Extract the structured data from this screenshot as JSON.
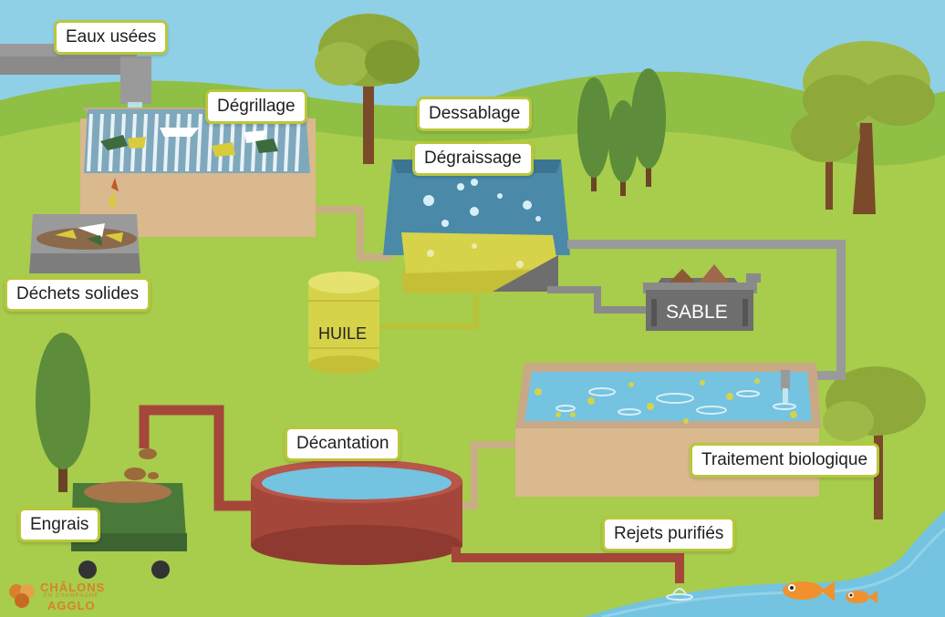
{
  "labels": {
    "eaux_usees": "Eaux usées",
    "degrillage": "Dégrillage",
    "dessablage": "Dessablage",
    "degraissage": "Dégraissage",
    "dechets_solides": "Déchets solides",
    "sable": "SABLE",
    "huile": "HUILE",
    "traitement_biologique": "Traitement biologique",
    "decantation": "Décantation",
    "engrais": "Engrais",
    "rejets_purifies": "Rejets purifiés"
  },
  "logo": {
    "line1": "CHÂLONS",
    "line2": "EN CHAMPAGNE",
    "line3": "AGGLO"
  },
  "colors": {
    "sky": "#8fd0e6",
    "grass": "#a8cc4c",
    "label_border": "#b9c73a",
    "water": "#74c3e0",
    "pipe_grey": "#9a9a9a",
    "pipe_tan": "#c9ad85",
    "pipe_red": "#a5463a",
    "oil": "#d6d24a",
    "tank_wall": "#d9b98d",
    "logo": "#d9812a"
  }
}
